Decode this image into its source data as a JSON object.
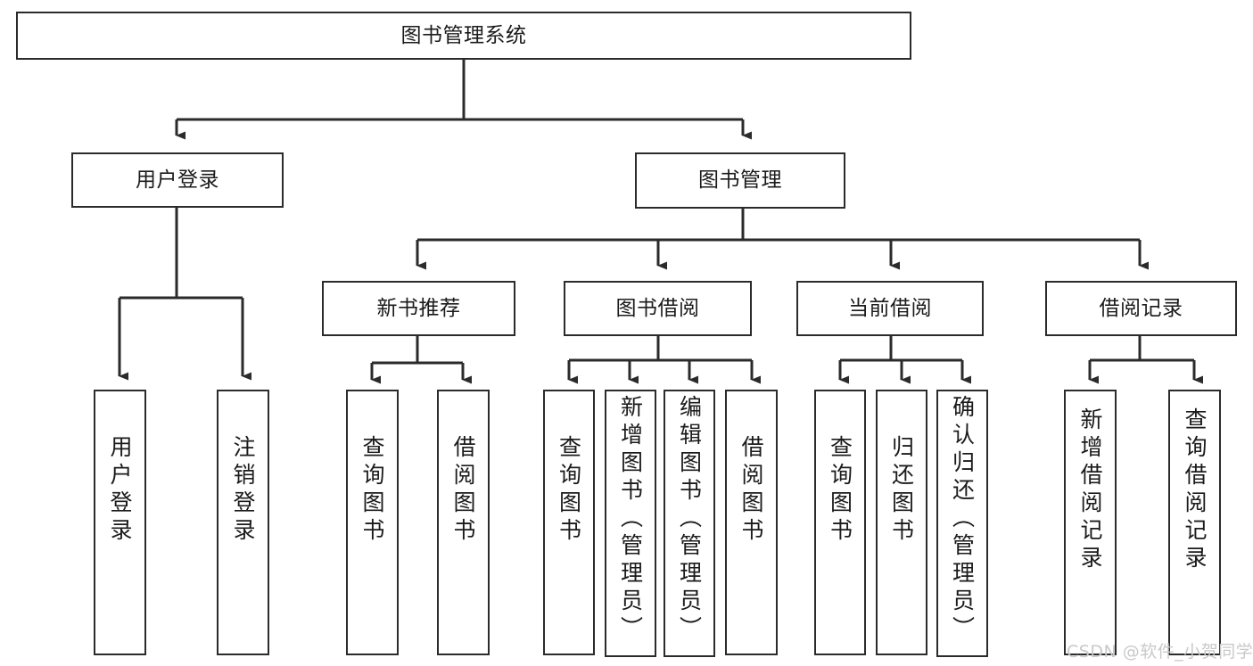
{
  "diagram": {
    "title": "图书管理系统",
    "type": "tree-hierarchy",
    "root": {
      "label": "图书管理系统"
    },
    "level2": [
      {
        "label": "用户登录"
      },
      {
        "label": "图书管理"
      }
    ],
    "level3": [
      {
        "label": "新书推荐"
      },
      {
        "label": "图书借阅"
      },
      {
        "label": "当前借阅"
      },
      {
        "label": "借阅记录"
      }
    ],
    "leaves": {
      "user_login": [
        {
          "label": "用户登录"
        },
        {
          "label": "注销登录"
        }
      ],
      "new_book_recommend": [
        {
          "label": "查询图书"
        },
        {
          "label": "借阅图书"
        }
      ],
      "book_borrow": [
        {
          "label": "查询图书"
        },
        {
          "label": "新增图书（管理员）"
        },
        {
          "label": "编辑图书（管理员）"
        },
        {
          "label": "借阅图书"
        }
      ],
      "current_borrow": [
        {
          "label": "查询图书"
        },
        {
          "label": "归还图书"
        },
        {
          "label": "确认归还（管理员）"
        }
      ],
      "borrow_record": [
        {
          "label": "新增借阅记录"
        },
        {
          "label": "查询借阅记录"
        }
      ]
    }
  },
  "watermark": {
    "text": "CSDN @软件_小贺同学"
  },
  "colors": {
    "stroke": "#2b2b2b",
    "fill": "#ffffff",
    "text": "#1b1b1b",
    "watermark": "#c9c9c9"
  }
}
